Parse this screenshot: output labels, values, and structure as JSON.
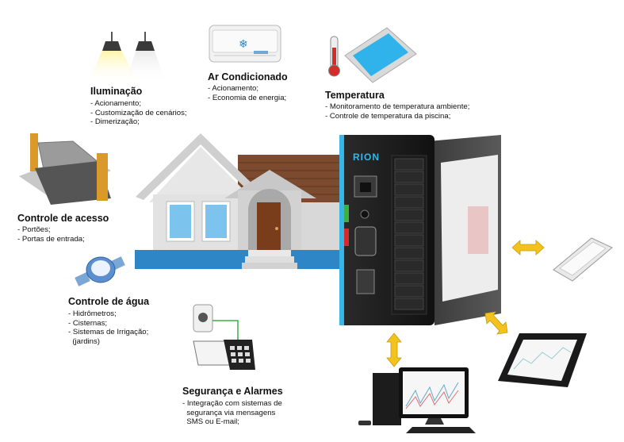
{
  "categories": {
    "iluminacao": {
      "title": "Iluminação",
      "items": [
        "- Acionamento;",
        "- Customização de cenários;",
        "- Dimerização;"
      ]
    },
    "ar_condicionado": {
      "title": "Ar Condicionado",
      "items": [
        "- Acionamento;",
        "- Economia de energia;"
      ]
    },
    "temperatura": {
      "title": "Temperatura",
      "items": [
        "- Monitoramento de temperatura ambiente;",
        "- Controle de temperatura da piscina;"
      ]
    },
    "controle_acesso": {
      "title": "Controle de acesso",
      "items": [
        "- Portões;",
        "- Portas de entrada;"
      ]
    },
    "controle_agua": {
      "title": "Controle de água",
      "items": [
        "- Hidrômetros;",
        "- Cisternas;",
        "- Sistemas de Irrigação;",
        "  (jardins)"
      ]
    },
    "seguranca": {
      "title": "Segurança e Alarmes",
      "items": [
        "- Integração com sistemas de",
        "  segurança via mensagens",
        "  SMS ou E-mail;"
      ]
    }
  },
  "device": {
    "brand": "RION"
  },
  "colors": {
    "accent_arrow": "#f4c21c",
    "device_blue": "#38b6e6",
    "house_blue": "#2f86c6",
    "roof": "#7b4a2f"
  }
}
